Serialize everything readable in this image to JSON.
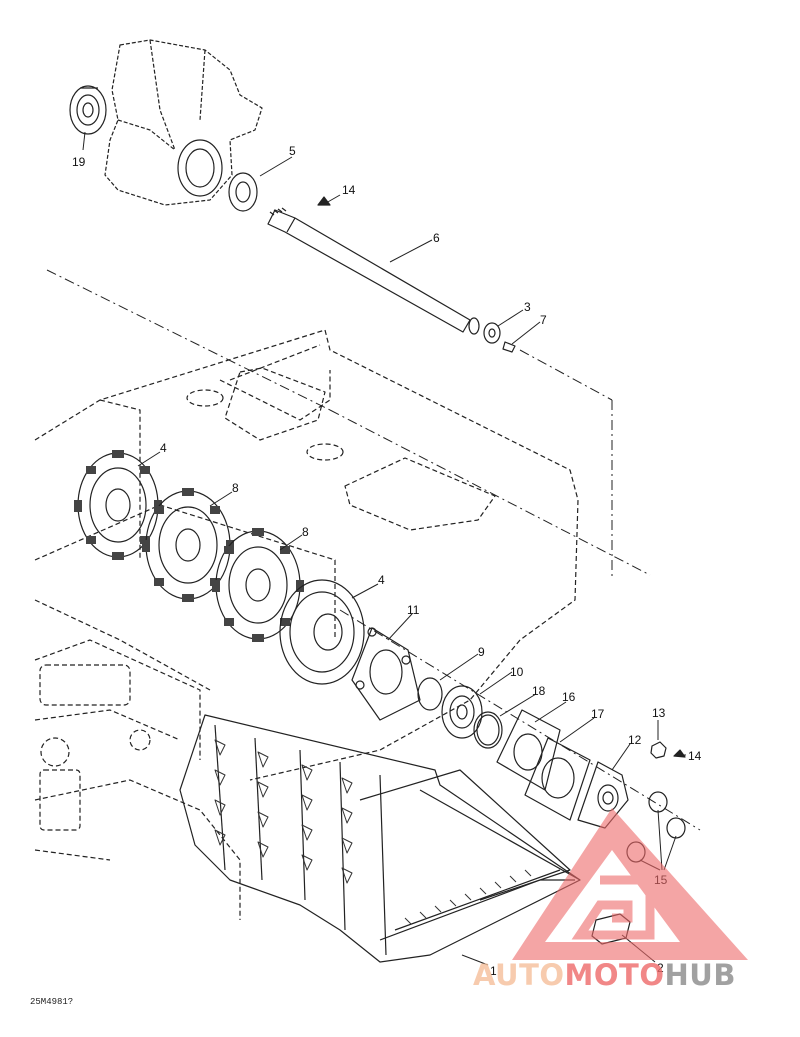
{
  "callouts": [
    {
      "id": "19",
      "label": "19"
    },
    {
      "id": "5",
      "label": "5"
    },
    {
      "id": "14a",
      "label": "14"
    },
    {
      "id": "6",
      "label": "6"
    },
    {
      "id": "3",
      "label": "3"
    },
    {
      "id": "7",
      "label": "7"
    },
    {
      "id": "4a",
      "label": "4"
    },
    {
      "id": "8a",
      "label": "8"
    },
    {
      "id": "8b",
      "label": "8"
    },
    {
      "id": "4b",
      "label": "4"
    },
    {
      "id": "11",
      "label": "11"
    },
    {
      "id": "9",
      "label": "9"
    },
    {
      "id": "10",
      "label": "10"
    },
    {
      "id": "18",
      "label": "18"
    },
    {
      "id": "16",
      "label": "16"
    },
    {
      "id": "17",
      "label": "17"
    },
    {
      "id": "13",
      "label": "13"
    },
    {
      "id": "12",
      "label": "12"
    },
    {
      "id": "14b",
      "label": "14"
    },
    {
      "id": "15",
      "label": "15"
    },
    {
      "id": "2",
      "label": "2"
    },
    {
      "id": "1",
      "label": "1"
    }
  ],
  "drawing_code": "25M4981?",
  "watermark": {
    "part1": "AUTO",
    "part2": "MOTO",
    "part3": "HUB",
    "color_light": "#f6bf9a",
    "color_red": "#ee6a6a",
    "color_dark": "#8a8a8a"
  }
}
